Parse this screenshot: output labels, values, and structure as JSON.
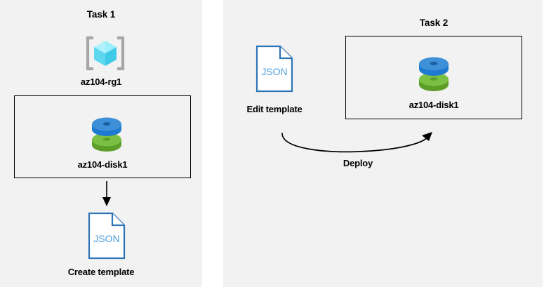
{
  "diagram": {
    "type": "flow-diagram",
    "background": "#ffffff",
    "panel_background": "#f2f2f2",
    "colors": {
      "disk_blue_top": "#3d90d7",
      "disk_blue_side": "#1d7ad0",
      "disk_green_top": "#7ac143",
      "disk_green_side": "#5c9e27",
      "json_border": "#2e75b6",
      "json_text": "#4a9ede",
      "resource_group_cube": "#6fe5f5",
      "resource_group_bracket": "#a6a6a6",
      "box_border": "#000000",
      "arrow": "#000000"
    }
  },
  "task1": {
    "title": "Task 1",
    "resource_group": {
      "icon": "resource-group-icon",
      "label": "az104-rg1"
    },
    "resource_box": {
      "disk": {
        "icon": "managed-disk-icon",
        "label": "az104-disk1"
      }
    },
    "arrow": {
      "direction": "down",
      "label": ""
    },
    "template": {
      "icon": "json-file-icon",
      "icon_text": "JSON",
      "label": "Create template"
    }
  },
  "task2": {
    "title": "Task 2",
    "template": {
      "icon": "json-file-icon",
      "icon_text": "JSON",
      "label": "Edit template"
    },
    "resource_box": {
      "disk": {
        "icon": "managed-disk-icon",
        "label": "az104-disk1"
      }
    },
    "arrow": {
      "direction": "curve-right",
      "label": "Deploy"
    }
  }
}
